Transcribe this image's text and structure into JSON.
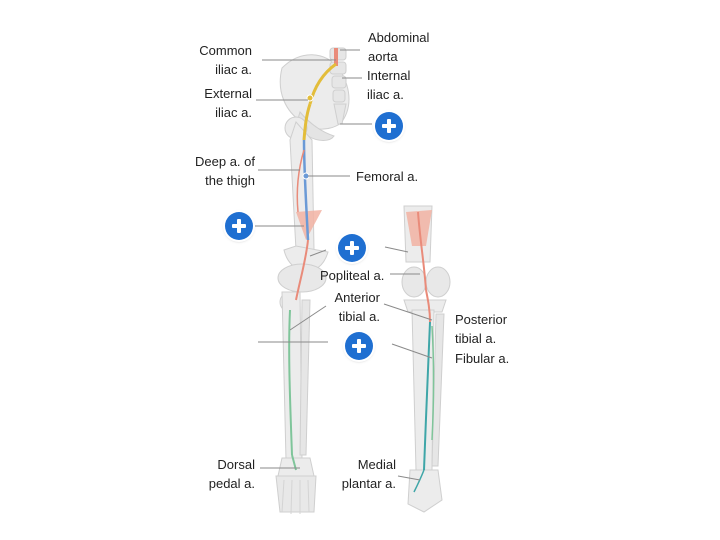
{
  "labels": {
    "abdominal_aorta": [
      "Abdominal",
      "aorta"
    ],
    "common_iliac": [
      "Common",
      "iliac a."
    ],
    "internal_iliac": [
      "Internal",
      "iliac a."
    ],
    "external_iliac": [
      "External",
      "iliac a."
    ],
    "deep_thigh": [
      "Deep a. of",
      "the thigh"
    ],
    "femoral": [
      "Femoral a."
    ],
    "popliteal": [
      "Popliteal a."
    ],
    "anterior_tibial": [
      "Anterior",
      "tibial a."
    ],
    "posterior_tibial": [
      "Posterior",
      "tibial a."
    ],
    "fibular": [
      "Fibular a."
    ],
    "dorsal_pedal": [
      "Dorsal",
      "pedal a."
    ],
    "medial_plantar": [
      "Medial",
      "plantar a."
    ]
  },
  "hotspots": [
    "plus-icon",
    "plus-icon",
    "plus-icon",
    "plus-icon",
    "plus-icon"
  ],
  "colors": {
    "bone": "#ececec",
    "bone_outline": "#cfcfcf",
    "artery_yellow": "#e3bd3a",
    "artery_blue": "#6b9ad6",
    "artery_red": "#e98b7a",
    "artery_green": "#7fc59a",
    "artery_teal": "#3fa6a8",
    "muscle": "#f2b3a3",
    "leader": "#8a8a8a",
    "hotspot": "#1f6fd1"
  }
}
